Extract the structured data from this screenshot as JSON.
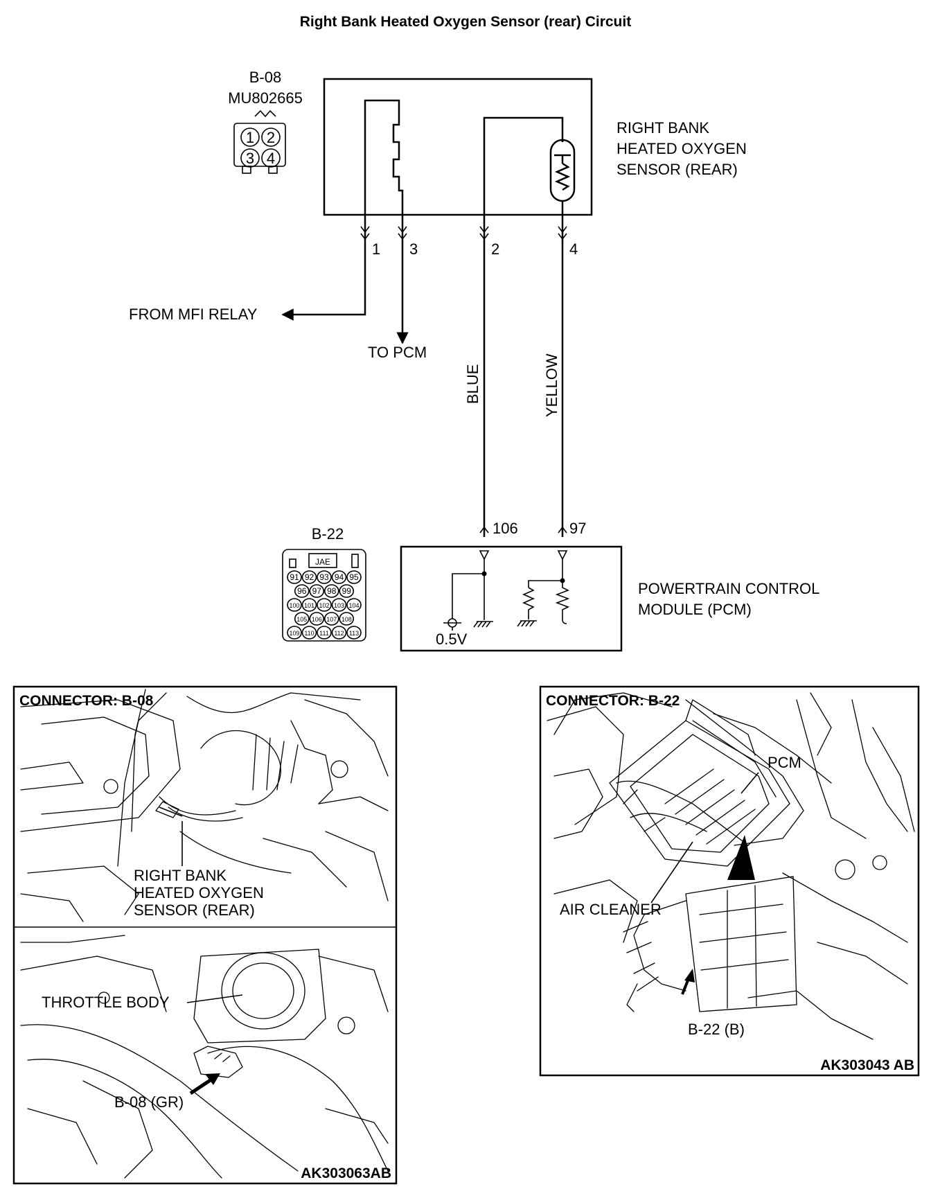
{
  "title": "Right Bank Heated Oxygen Sensor (rear) Circuit",
  "connector_b08": {
    "id": "B-08",
    "part_number": "MU802665",
    "pins": [
      "1",
      "2",
      "3",
      "4"
    ]
  },
  "sensor_label": [
    "RIGHT BANK",
    "HEATED OXYGEN",
    "SENSOR (REAR)"
  ],
  "pin_labels": {
    "p1": "1",
    "p3": "3",
    "p2": "2",
    "p4": "4"
  },
  "from_mfi_relay": "FROM MFI RELAY",
  "to_pcm": "TO PCM",
  "wire_colors": {
    "blue": "BLUE",
    "yellow": "YELLOW"
  },
  "pcm_pins": {
    "p106": "106",
    "p97": "97"
  },
  "connector_b22": {
    "id": "B-22",
    "maker": "JAE",
    "rows": [
      [
        "91",
        "92",
        "93",
        "94",
        "95"
      ],
      [
        "96",
        "97",
        "98",
        "99"
      ],
      [
        "100",
        "101",
        "102",
        "103",
        "104"
      ],
      [
        "105",
        "106",
        "107",
        "108"
      ],
      [
        "109",
        "110",
        "111",
        "112",
        "113"
      ]
    ]
  },
  "pcm_label": [
    "POWERTRAIN CONTROL",
    "MODULE (PCM)"
  ],
  "reference_voltage": "0.5V",
  "panel_left": {
    "title": "CONNECTOR: B-08",
    "callout_sensor": [
      "RIGHT BANK",
      "HEATED OXYGEN",
      "SENSOR (REAR)"
    ],
    "callout_throttle": "THROTTLE BODY",
    "callout_connector": "B-08 (GR)",
    "code": "AK303063AB"
  },
  "panel_right": {
    "title": "CONNECTOR: B-22",
    "callout_pcm": "PCM",
    "callout_air_cleaner": "AIR CLEANER",
    "callout_connector": "B-22 (B)",
    "code": "AK303043 AB"
  }
}
